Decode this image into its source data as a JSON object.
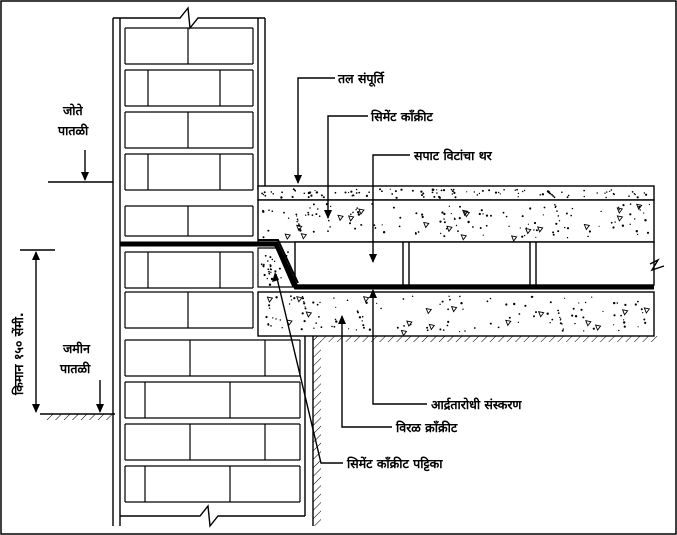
{
  "labels": {
    "floor_finish": "तल संपूर्ति",
    "cement_concrete": "सिमेंट कॉंक्रीट",
    "flat_brick_layer": "सपाट विटांचा थर",
    "plinth_level_line1": "जोते",
    "plinth_level_line2": "पातळी",
    "min_150": "किमान १५० सेंमी.",
    "ground_level_line1": "जमीन",
    "ground_level_line2": "पातळी",
    "dpc": "आर्द्रतारोधी संस्करण",
    "lean_concrete": "विरळ क्रॉंक्रीट",
    "cement_concrete_fillet": "सिमेंट कॉंक्रीट पट्टिका"
  },
  "colors": {
    "line": "#000000",
    "background": "#ffffff"
  }
}
